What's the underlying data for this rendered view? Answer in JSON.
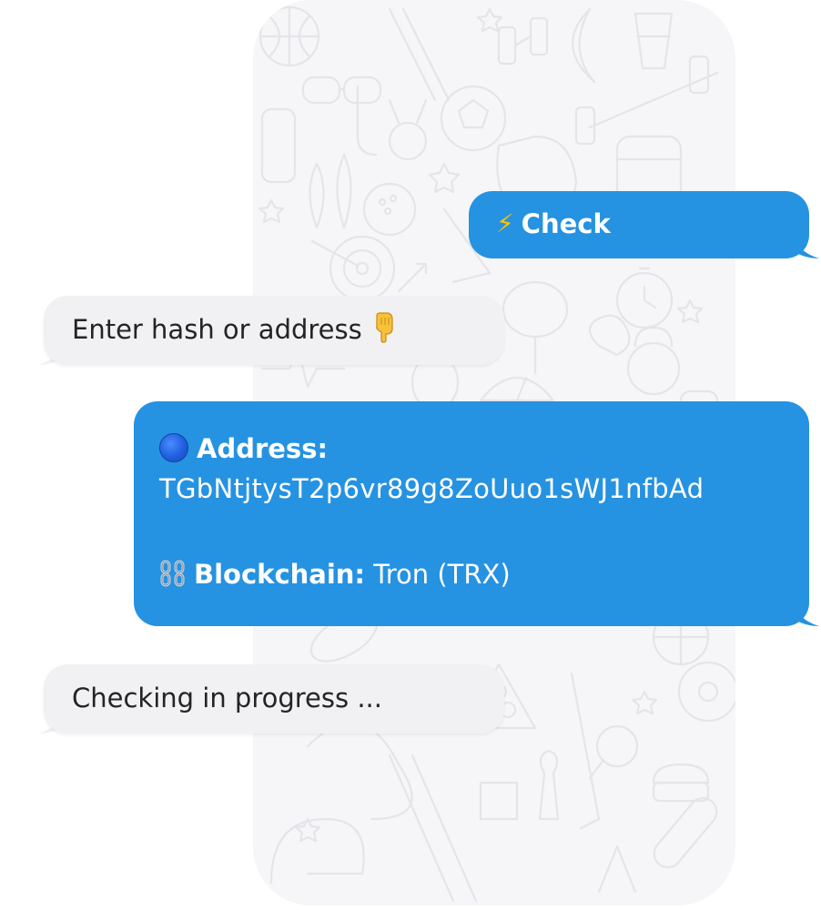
{
  "colors": {
    "outgoing_bubble": "#2592e2",
    "incoming_bubble": "#f1f1f3",
    "phone_background": "#f6f6f8"
  },
  "messages": [
    {
      "direction": "outgoing",
      "icon": "lightning-icon",
      "text": "Check"
    },
    {
      "direction": "incoming",
      "text": "Enter hash or address",
      "icon": "pointing-down-hand-icon"
    },
    {
      "direction": "outgoing",
      "address_icon": "blue-circle-icon",
      "address_label": "Address:",
      "address_value": "TGbNtjtysT2p6vr89g8ZoUuo1sWJ1nfbAd",
      "chain_icon": "chain-link-icon",
      "blockchain_label": "Blockchain:",
      "blockchain_value": "Tron (TRX)"
    },
    {
      "direction": "incoming",
      "text": "Checking in progress ..."
    }
  ]
}
